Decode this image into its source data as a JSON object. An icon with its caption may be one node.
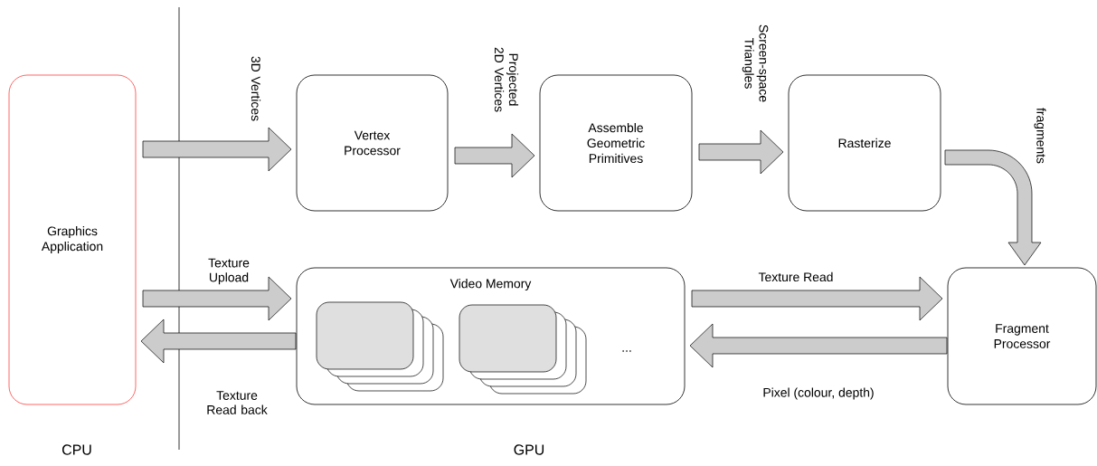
{
  "diagram": {
    "nodes": [
      {
        "text": [
          "Graphics Application"
        ]
      },
      {
        "text": [
          "Vertex Processor"
        ]
      },
      {
        "text": [
          "Assemble Geometric Primitives"
        ]
      },
      {
        "text": [
          "Rasterize"
        ]
      },
      {
        "text": [
          "Video Memory"
        ]
      },
      {
        "text": [
          "Fragment Processor"
        ]
      }
    ],
    "edges": [
      {
        "from": 0,
        "to": 1,
        "arrow": "to",
        "label": "3D Vertices"
      },
      {
        "from": 1,
        "to": 2,
        "arrow": "to",
        "label": "Projected 2D Vertices"
      },
      {
        "from": 2,
        "to": 3,
        "arrow": "to",
        "label": "Screen-space Triangles"
      },
      {
        "from": 3,
        "to": 5,
        "arrow": "to",
        "label": "fragments"
      },
      {
        "from": 0,
        "to": 4,
        "arrow": "to",
        "label": "Texture Upload"
      },
      {
        "from": 4,
        "to": 0,
        "arrow": "to",
        "label": "Texture Read back"
      },
      {
        "from": 4,
        "to": 5,
        "arrow": "to",
        "label": "Texture Read"
      },
      {
        "from": 5,
        "to": 4,
        "arrow": "to",
        "label": "Pixel (colour, depth)"
      }
    ],
    "labels": [
      "...",
      "CPU",
      "GPU"
    ]
  }
}
